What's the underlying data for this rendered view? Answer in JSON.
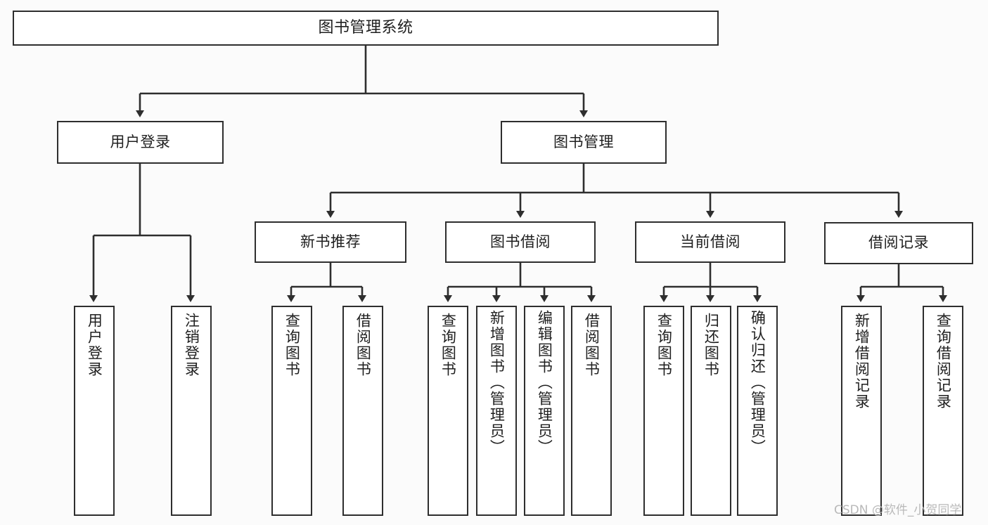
{
  "diagram": {
    "title": "图书管理系统",
    "type": "tree-hierarchy",
    "background_color": "#fbfbfb",
    "line_color": "#2e2e2e",
    "box_fill": "#ffffff"
  },
  "nodes": {
    "root": {
      "label": "图书管理系统"
    },
    "level1": [
      {
        "label": "用户登录"
      },
      {
        "label": "图书管理"
      }
    ],
    "level2": [
      {
        "label": "新书推荐"
      },
      {
        "label": "图书借阅"
      },
      {
        "label": "当前借阅"
      },
      {
        "label": "借阅记录"
      }
    ],
    "leaves_user_login": [
      {
        "label": "用户登录"
      },
      {
        "label": "注销登录"
      }
    ],
    "leaves_new_books": [
      {
        "label": "查询图书"
      },
      {
        "label": "借阅图书"
      }
    ],
    "leaves_borrow": [
      {
        "label": "查询图书"
      },
      {
        "label": "新增图书（管理员）"
      },
      {
        "label": "编辑图书（管理员）"
      },
      {
        "label": "借阅图书"
      }
    ],
    "leaves_current": [
      {
        "label": "查询图书"
      },
      {
        "label": "归还图书"
      },
      {
        "label": "确认归还（管理员）"
      }
    ],
    "leaves_records": [
      {
        "label": "新增借阅记录"
      },
      {
        "label": "查询借阅记录"
      }
    ]
  },
  "watermark": {
    "text": "CSDN @软件_小贺同学"
  }
}
